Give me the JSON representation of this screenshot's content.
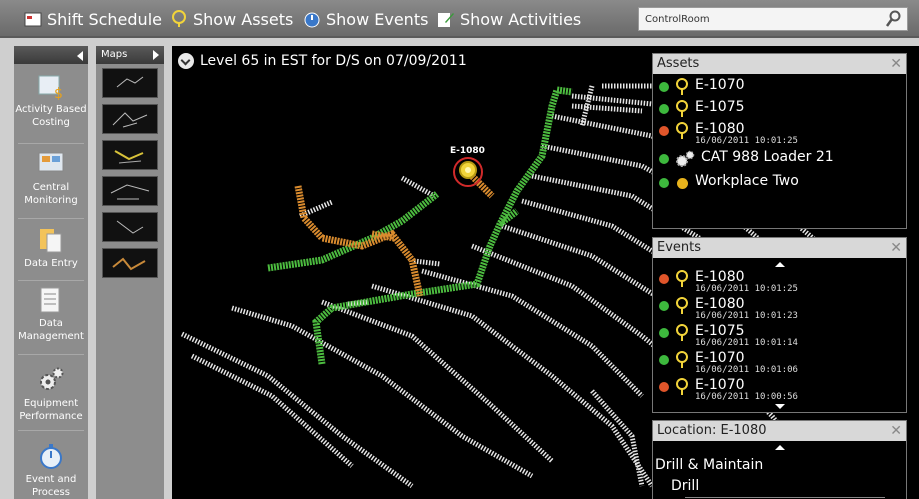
{
  "toolbar": {
    "shift_schedule": "Shift Schedule",
    "show_assets": "Show Assets",
    "show_events": "Show Events",
    "show_activities": "Show Activities",
    "search_value": "ControlRoom"
  },
  "launcher": {
    "items": [
      {
        "label1": "Activity Based",
        "label2": "Costing"
      },
      {
        "label1": "Central",
        "label2": "Monitoring"
      },
      {
        "label1": "Data Entry",
        "label2": ""
      },
      {
        "label1": "Data",
        "label2": "Management"
      },
      {
        "label1": "Equipment",
        "label2": "Performance"
      },
      {
        "label1": "Event and",
        "label2": "Process"
      }
    ]
  },
  "maps": {
    "title": "Maps"
  },
  "map": {
    "title": "Level 65 in EST for D/S on 07/09/2011",
    "marker_label": "E-1080"
  },
  "assets": {
    "title": "Assets",
    "items": [
      {
        "status": "#3db83d",
        "icon": "pin-icon",
        "name": "E-1070",
        "time": ""
      },
      {
        "status": "#3db83d",
        "icon": "pin-icon",
        "name": "E-1075",
        "time": ""
      },
      {
        "status": "#e0552a",
        "icon": "pin-icon",
        "name": "E-1080",
        "time": "16/06/2011 10:01:25"
      },
      {
        "status": "#3db83d",
        "icon": "gears-icon",
        "name": "CAT 988 Loader 21",
        "time": ""
      },
      {
        "status": "#3db83d",
        "icon": "yellow-dot-icon",
        "name": "Workplace Two",
        "time": ""
      }
    ]
  },
  "events": {
    "title": "Events",
    "items": [
      {
        "status": "#e0552a",
        "name": "E-1080",
        "time": "16/06/2011 10:01:25"
      },
      {
        "status": "#3db83d",
        "name": "E-1080",
        "time": "16/06/2011 10:01:23"
      },
      {
        "status": "#3db83d",
        "name": "E-1075",
        "time": "16/06/2011 10:01:14"
      },
      {
        "status": "#3db83d",
        "name": "E-1070",
        "time": "16/06/2011 10:01:06"
      },
      {
        "status": "#e0552a",
        "name": "E-1070",
        "time": "16/06/2011 10:00:56"
      }
    ]
  },
  "location": {
    "title": "Location: E-1080",
    "line1": "Drill & Maintain",
    "line2": "Drill"
  }
}
